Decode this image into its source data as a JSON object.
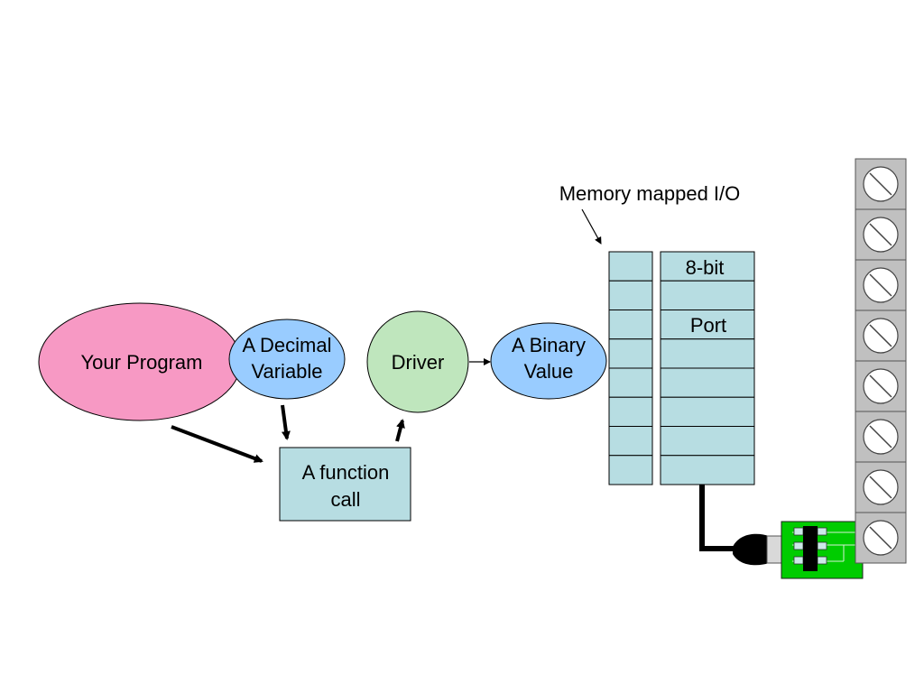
{
  "nodes": {
    "program": {
      "label": "Your Program"
    },
    "decimal": {
      "line1": "A Decimal",
      "line2": "Variable"
    },
    "driver": {
      "label": "Driver"
    },
    "binary": {
      "line1": "A Binary",
      "line2": "Value"
    },
    "function_call": {
      "line1": "A function",
      "line2": "call"
    }
  },
  "memory": {
    "callout": "Memory mapped I/O",
    "port_label_1": "8-bit",
    "port_label_2": "Port",
    "register_rows": 8
  },
  "terminal_block": {
    "screws": 8
  },
  "colors": {
    "program": "#f799c4",
    "variable": "#99ccff",
    "driver": "#bfe6bd",
    "memory": "#b7dde2",
    "pcb": "#00cc00",
    "terminal": "#c0c0c0"
  }
}
